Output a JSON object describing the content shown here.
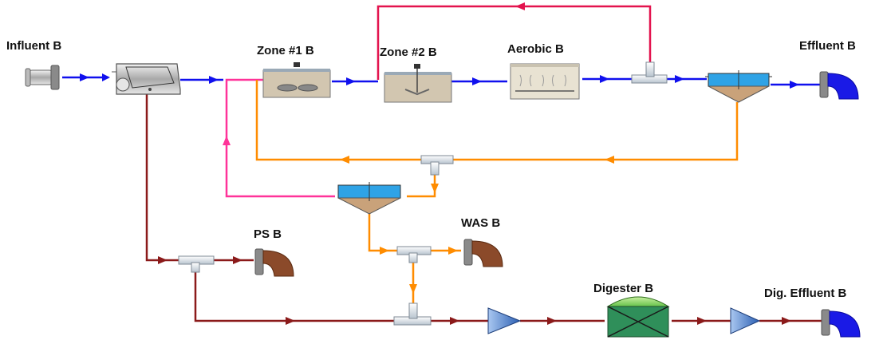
{
  "diagram": {
    "labels": {
      "influent": "Influent B",
      "zone1": "Zone #1 B",
      "zone2": "Zone #2 B",
      "aerobic": "Aerobic B",
      "effluent": "Effluent B",
      "ps": "PS B",
      "was": "WAS B",
      "digester": "Digester B",
      "dig_effluent": "Dig. Effluent B"
    },
    "stream_colors": {
      "liquid": "#1010ee",
      "ras": "#ff8c00",
      "recycle": "#e3134e",
      "internal_return": "#ff3399",
      "sludge": "#8b1a1a"
    }
  }
}
